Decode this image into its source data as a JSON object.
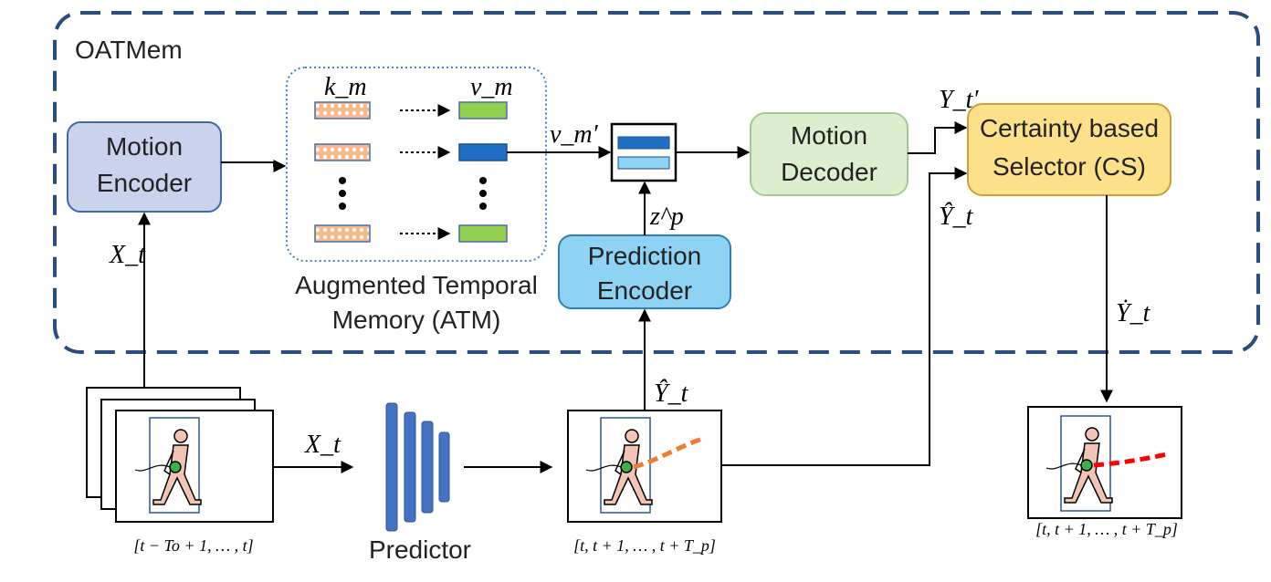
{
  "container": {
    "title": "OATMem"
  },
  "motion_encoder": {
    "line1": "Motion",
    "line2": "Encoder"
  },
  "atm": {
    "key_label": "k_m",
    "value_label": "v_m",
    "caption_line1": "Augmented Temporal",
    "caption_line2": "Memory (ATM)"
  },
  "motion_decoder": {
    "line1": "Motion",
    "line2": "Decoder"
  },
  "prediction_encoder": {
    "line1": "Prediction",
    "line2": "Encoder"
  },
  "selector": {
    "line1": "Certainty based",
    "line2": "Selector (CS)"
  },
  "predictor": {
    "label": "Predictor"
  },
  "math": {
    "x_t": "X_t",
    "v_m_prime": "v_m′",
    "z_p": "z^p",
    "y_prime": "Y_t′",
    "y_hat": "Ŷ_t",
    "y_dot": "Ẏ_t"
  },
  "ranges": {
    "input": "[t − To + 1, … , t]",
    "prediction": "[t, t + 1, … , t + T_p]",
    "output": "[t, t + 1, … , t + T_p]"
  },
  "colors": {
    "container_border": "#2b4d7e",
    "motion_encoder": "#c9d3ec",
    "motion_decoder": "#dbeecd",
    "prediction_encoder": "#8fd3f4",
    "selector": "#fde08a",
    "value_green": "#92d050",
    "value_blue": "#1f6fc5",
    "key_orange": "#f4a66a",
    "predictor_bar": "#4472c4",
    "trajectory_orange": "#ed7d31",
    "trajectory_red": "#ff0000"
  }
}
